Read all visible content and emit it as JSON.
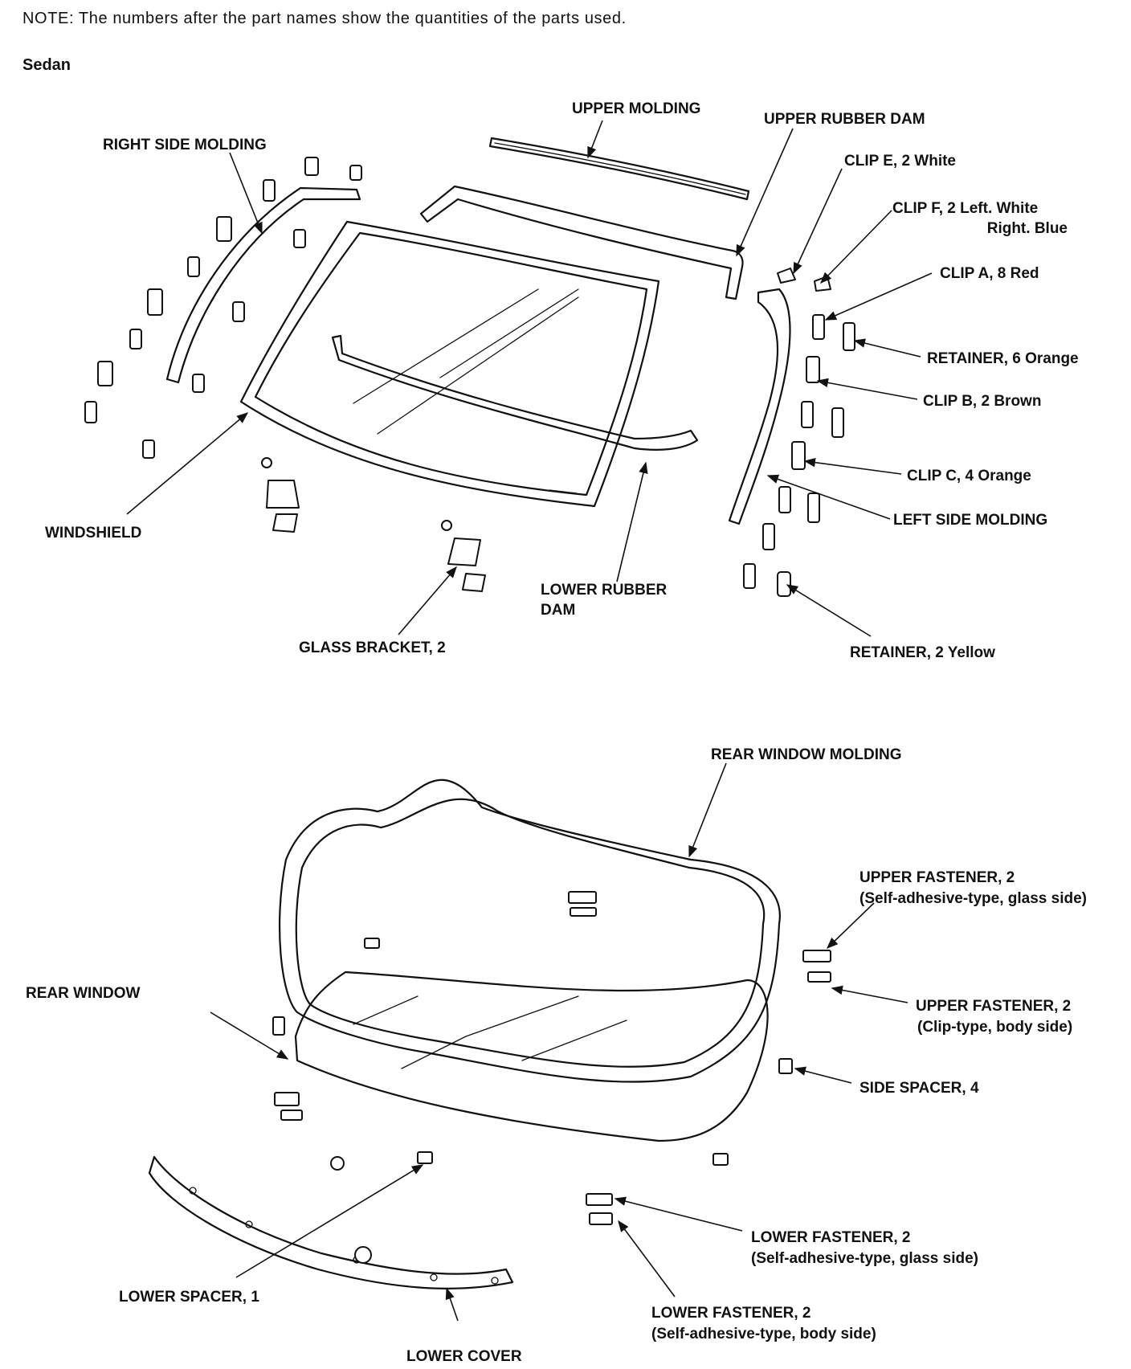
{
  "note": "NOTE:  The numbers after the part names show the quantities of the parts used.",
  "section": "Sedan",
  "labels": {
    "upper_molding": "UPPER MOLDING",
    "upper_rubber_dam": "UPPER RUBBER DAM",
    "right_side_molding": "RIGHT SIDE MOLDING",
    "clip_e": "CLIP E, 2 White",
    "clip_f_line1": "CLIP F, 2 Left. White",
    "clip_f_line2": "Right. Blue",
    "clip_a": "CLIP A, 8 Red",
    "retainer_orange": "RETAINER, 6 Orange",
    "clip_b": "CLIP B, 2 Brown",
    "clip_c": "CLIP C, 4 Orange",
    "left_side_molding": "LEFT SIDE MOLDING",
    "windshield": "WINDSHIELD",
    "lower_rubber_dam_line1": "LOWER RUBBER",
    "lower_rubber_dam_line2": "DAM",
    "glass_bracket": "GLASS BRACKET, 2",
    "retainer_yellow": "RETAINER, 2 Yellow",
    "rear_window_molding": "REAR WINDOW MOLDING",
    "upper_fastener_glass_line1": "UPPER FASTENER, 2",
    "upper_fastener_glass_line2": "(Self-adhesive-type, glass side)",
    "rear_window": "REAR WINDOW",
    "upper_fastener_clip_line1": "UPPER FASTENER, 2",
    "upper_fastener_clip_line2": "(Clip-type, body side)",
    "side_spacer": "SIDE SPACER, 4",
    "lower_fastener_glass_line1": "LOWER FASTENER, 2",
    "lower_fastener_glass_line2": "(Self-adhesive-type, glass side)",
    "lower_spacer": "LOWER SPACER, 1",
    "lower_fastener_body_line1": "LOWER FASTENER, 2",
    "lower_fastener_body_line2": "(Self-adhesive-type, body side)",
    "lower_cover": "LOWER COVER"
  }
}
